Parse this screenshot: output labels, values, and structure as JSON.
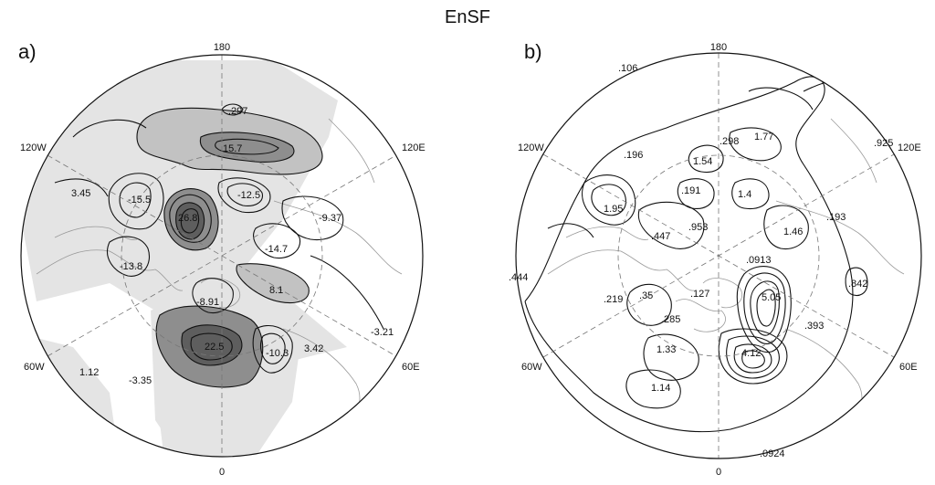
{
  "figure_title": "EnSF",
  "panels": [
    {
      "id": "a",
      "label": "a)",
      "lon_labels": {
        "top": "180",
        "bottom": "0",
        "upper_left": "120W",
        "upper_right": "120E",
        "lower_left": "60W",
        "lower_right": "60E"
      },
      "contour_values": [
        ".297",
        "15.7",
        "-15.5",
        "26.8",
        "-12.5",
        "3.45",
        "-9.37",
        "-14.7",
        "-13.8",
        "8.1",
        "-8.91",
        "22.5",
        "-10.3",
        "3.42",
        "-3.21",
        "1.12",
        "-3.35"
      ]
    },
    {
      "id": "b",
      "label": "b)",
      "lon_labels": {
        "top": "180",
        "bottom": "0",
        "upper_left": "120W",
        "upper_right": "120E",
        "lower_left": "60W",
        "lower_right": "60E"
      },
      "contour_values": [
        ".106",
        ".298",
        "1.77",
        ".196",
        "1.54",
        ".925",
        ".191",
        "1.4",
        "1.95",
        ".953",
        ".193",
        ".447",
        "1.46",
        ".0913",
        ".444",
        ".219",
        ".35",
        ".127",
        "5.05",
        ".842",
        ".285",
        ".393",
        "1.33",
        "4.12",
        "1.14",
        ".0924"
      ]
    }
  ],
  "colors": {
    "shade_light": "#e4e4e4",
    "shade_mid": "#c2c2c2",
    "shade_dark": "#8e8e8e",
    "shade_darkest": "#5e5e5e",
    "contour": "#111111",
    "coast": "#9a9a9a"
  }
}
